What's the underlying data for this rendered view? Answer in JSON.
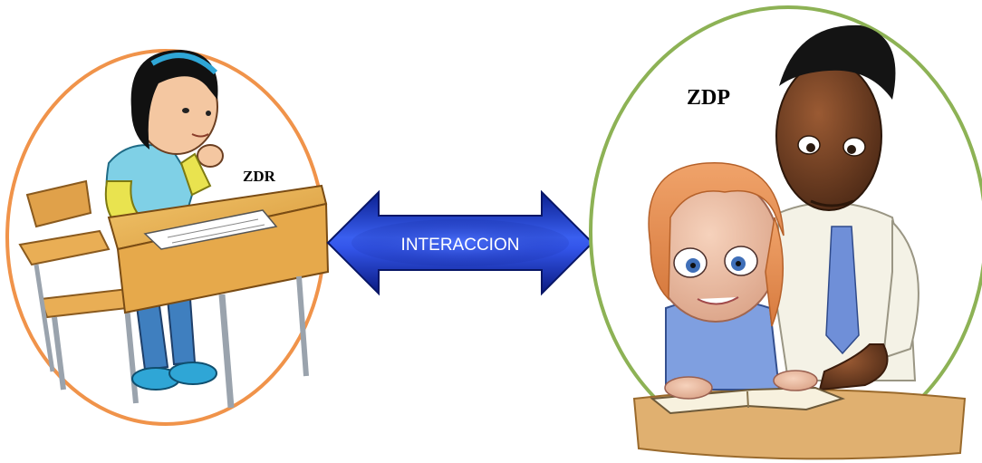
{
  "left_zone": {
    "label": "ZDR",
    "border_color": "#f0934a",
    "illustration": "girl-studying-at-desk"
  },
  "right_zone": {
    "label": "ZDP",
    "border_color": "#8db255",
    "illustration": "teacher-guiding-girl-reading-book"
  },
  "connector": {
    "label": "INTERACCION",
    "color": "#1a3fd0",
    "icon": "double-arrow-icon"
  }
}
